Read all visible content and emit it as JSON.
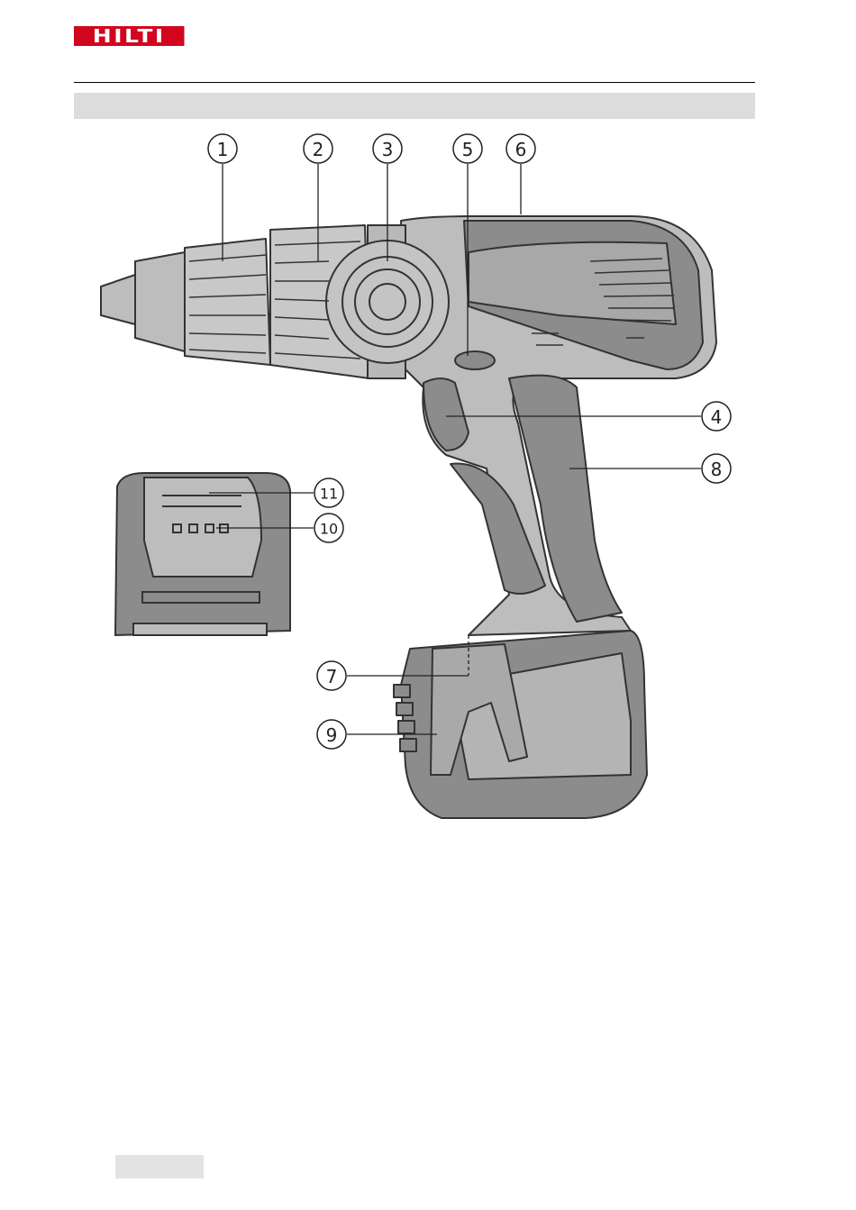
{
  "header": {
    "logo_text": "HILTI",
    "brand_color": "#d2051e"
  },
  "figure": {
    "callouts": [
      {
        "id": "1",
        "label": "1"
      },
      {
        "id": "2",
        "label": "2"
      },
      {
        "id": "3",
        "label": "3"
      },
      {
        "id": "5",
        "label": "5"
      },
      {
        "id": "6",
        "label": "6"
      },
      {
        "id": "4",
        "label": "4"
      },
      {
        "id": "8",
        "label": "8"
      },
      {
        "id": "11",
        "label": "11"
      },
      {
        "id": "10",
        "label": "10"
      },
      {
        "id": "7",
        "label": "7"
      },
      {
        "id": "9",
        "label": "9"
      }
    ]
  }
}
